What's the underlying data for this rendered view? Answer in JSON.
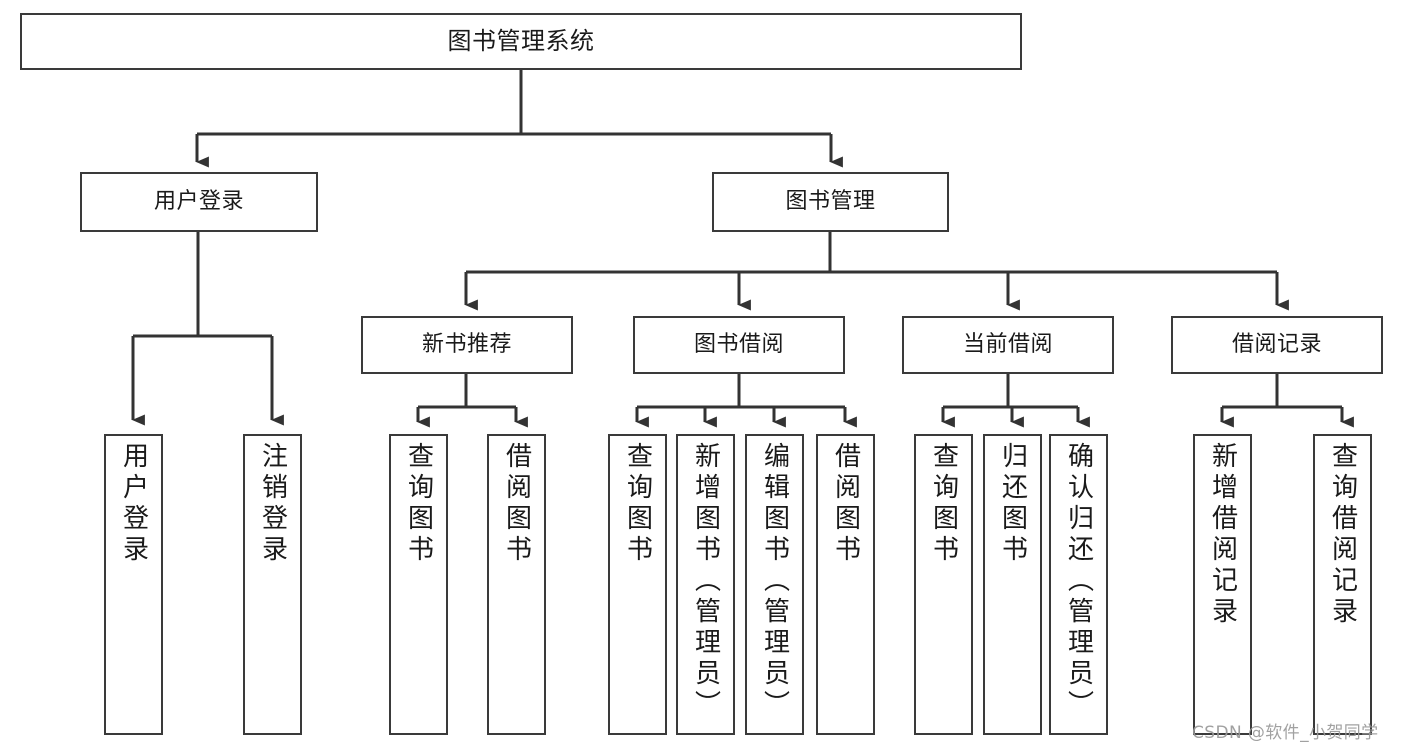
{
  "diagram": {
    "type": "tree-hierarchy-diagram",
    "title": "图书管理系统",
    "nodes": {
      "root": {
        "label": "图书管理系统"
      },
      "level1": [
        {
          "id": "user-login",
          "label": "用户登录"
        },
        {
          "id": "book-manage",
          "label": "图书管理"
        }
      ],
      "level2": [
        {
          "id": "new-book-recommend",
          "label": "新书推荐"
        },
        {
          "id": "book-borrow",
          "label": "图书借阅"
        },
        {
          "id": "current-borrow",
          "label": "当前借阅"
        },
        {
          "id": "borrow-record",
          "label": "借阅记录"
        }
      ],
      "leaves": [
        {
          "id": "leaf-user-login",
          "label": "用户登录",
          "parent": "user-login"
        },
        {
          "id": "leaf-logout-login",
          "label": "注销登录",
          "parent": "user-login"
        },
        {
          "id": "leaf-query-book-1",
          "label": "查询图书",
          "parent": "new-book-recommend"
        },
        {
          "id": "leaf-borrow-book-1",
          "label": "借阅图书",
          "parent": "new-book-recommend"
        },
        {
          "id": "leaf-query-book-2",
          "label": "查询图书",
          "parent": "book-borrow"
        },
        {
          "id": "leaf-add-book",
          "label": "新增图书（管理员）",
          "parent": "book-borrow"
        },
        {
          "id": "leaf-edit-book",
          "label": "编辑图书（管理员）",
          "parent": "book-borrow"
        },
        {
          "id": "leaf-borrow-book-2",
          "label": "借阅图书",
          "parent": "book-borrow"
        },
        {
          "id": "leaf-query-book-3",
          "label": "查询图书",
          "parent": "current-borrow"
        },
        {
          "id": "leaf-return-book",
          "label": "归还图书",
          "parent": "current-borrow"
        },
        {
          "id": "leaf-confirm-return",
          "label": "确认归还（管理员）",
          "parent": "current-borrow"
        },
        {
          "id": "leaf-add-record",
          "label": "新增借阅记录",
          "parent": "borrow-record"
        },
        {
          "id": "leaf-query-record",
          "label": "查询借阅记录",
          "parent": "borrow-record"
        }
      ]
    },
    "colors": {
      "border": "#3a3a3a",
      "background": "#ffffff",
      "text": "#1a1a1a",
      "connector": "#333333",
      "watermark": "#9a9a9a"
    }
  },
  "watermark": {
    "text": "CSDN @软件_小贺同学"
  }
}
